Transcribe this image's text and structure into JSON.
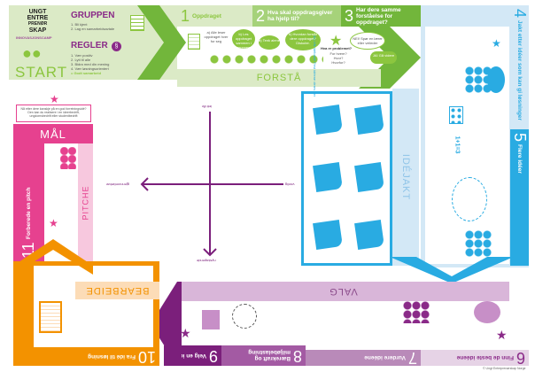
{
  "start": {
    "logo_lines": [
      "UNGT",
      "ENTRE",
      "PRENØR",
      "SKAP"
    ],
    "camp": "INNOVASJONSCAMP",
    "label": "START",
    "group_title": "GRUPPEN",
    "group_items": [
      "1. Bli kjent",
      "2. Lag en samarbeidsavtale"
    ],
    "rules_title": "REGLER",
    "rules_items": [
      "1. Vær positiv",
      "2. Lytt til alle",
      "3. Bidra med din mening",
      "4. Vær løsningsorientert"
    ],
    "rules_result": "= Godt samarbeid"
  },
  "steps": {
    "s1": {
      "num": "1",
      "title": "Oppdraget",
      "a": "a) Alle leser oppdraget hver for seg",
      "b": "b) Les oppdraget sammen i gruppen"
    },
    "s2": {
      "num": "2",
      "title": "Hva skal oppdragsgiver ha hjelp til?",
      "a": "a) Tenk alene",
      "b": "b) Hvordan forstår dere oppdraget? Diskuter."
    },
    "s3": {
      "num": "3",
      "title": "Har dere samme forståelse for oppdraget?",
      "q": "Hva er problemet?",
      "q2": "For hvem? Hvor? Hvorfor?",
      "no": "NEI! Spør en lærer eller veileder",
      "yes": "JA! Gå videre"
    },
    "s4": {
      "num": "4",
      "title": "Jakt etter idéer som kan gi løsninger"
    },
    "s5": {
      "num": "5",
      "title": "Flere idéer",
      "eq": "1+1=3"
    },
    "s6": {
      "num": "6",
      "title": "Finn de beste idéene"
    },
    "s7": {
      "num": "7",
      "title": "Vurdere idéene"
    },
    "s8": {
      "num": "8",
      "title": "Bærekraft og miljøbelastning"
    },
    "s9": {
      "num": "9",
      "title": "Velg en idé"
    },
    "s10": {
      "num": "10",
      "title": "Fra idé til løsning"
    },
    "s11": {
      "num": "11",
      "title": "Forberede en pitch"
    }
  },
  "bands": {
    "forsta": "FORSTÅ",
    "idejakt": "IDÉJAKT",
    "valg": "VALG",
    "bearbeide": "BEARBEIDE",
    "pitche": "PITCHE",
    "maal": "MÅL"
  },
  "ideawall": "4c) Vår idébank! Fest idéene deres her",
  "goal_text": "Nå etter dere kanskje på en god forretningsidé? Den kan du realisere i en ideerbedrift, ungdomsbedrift eller studentbedrift",
  "matrix": {
    "top": "lett får",
    "bottom": "nyskapende",
    "left": "gjennomførbar",
    "right": "vanlig"
  },
  "copyright": "© Ungt Entreprenørskap Norge"
}
